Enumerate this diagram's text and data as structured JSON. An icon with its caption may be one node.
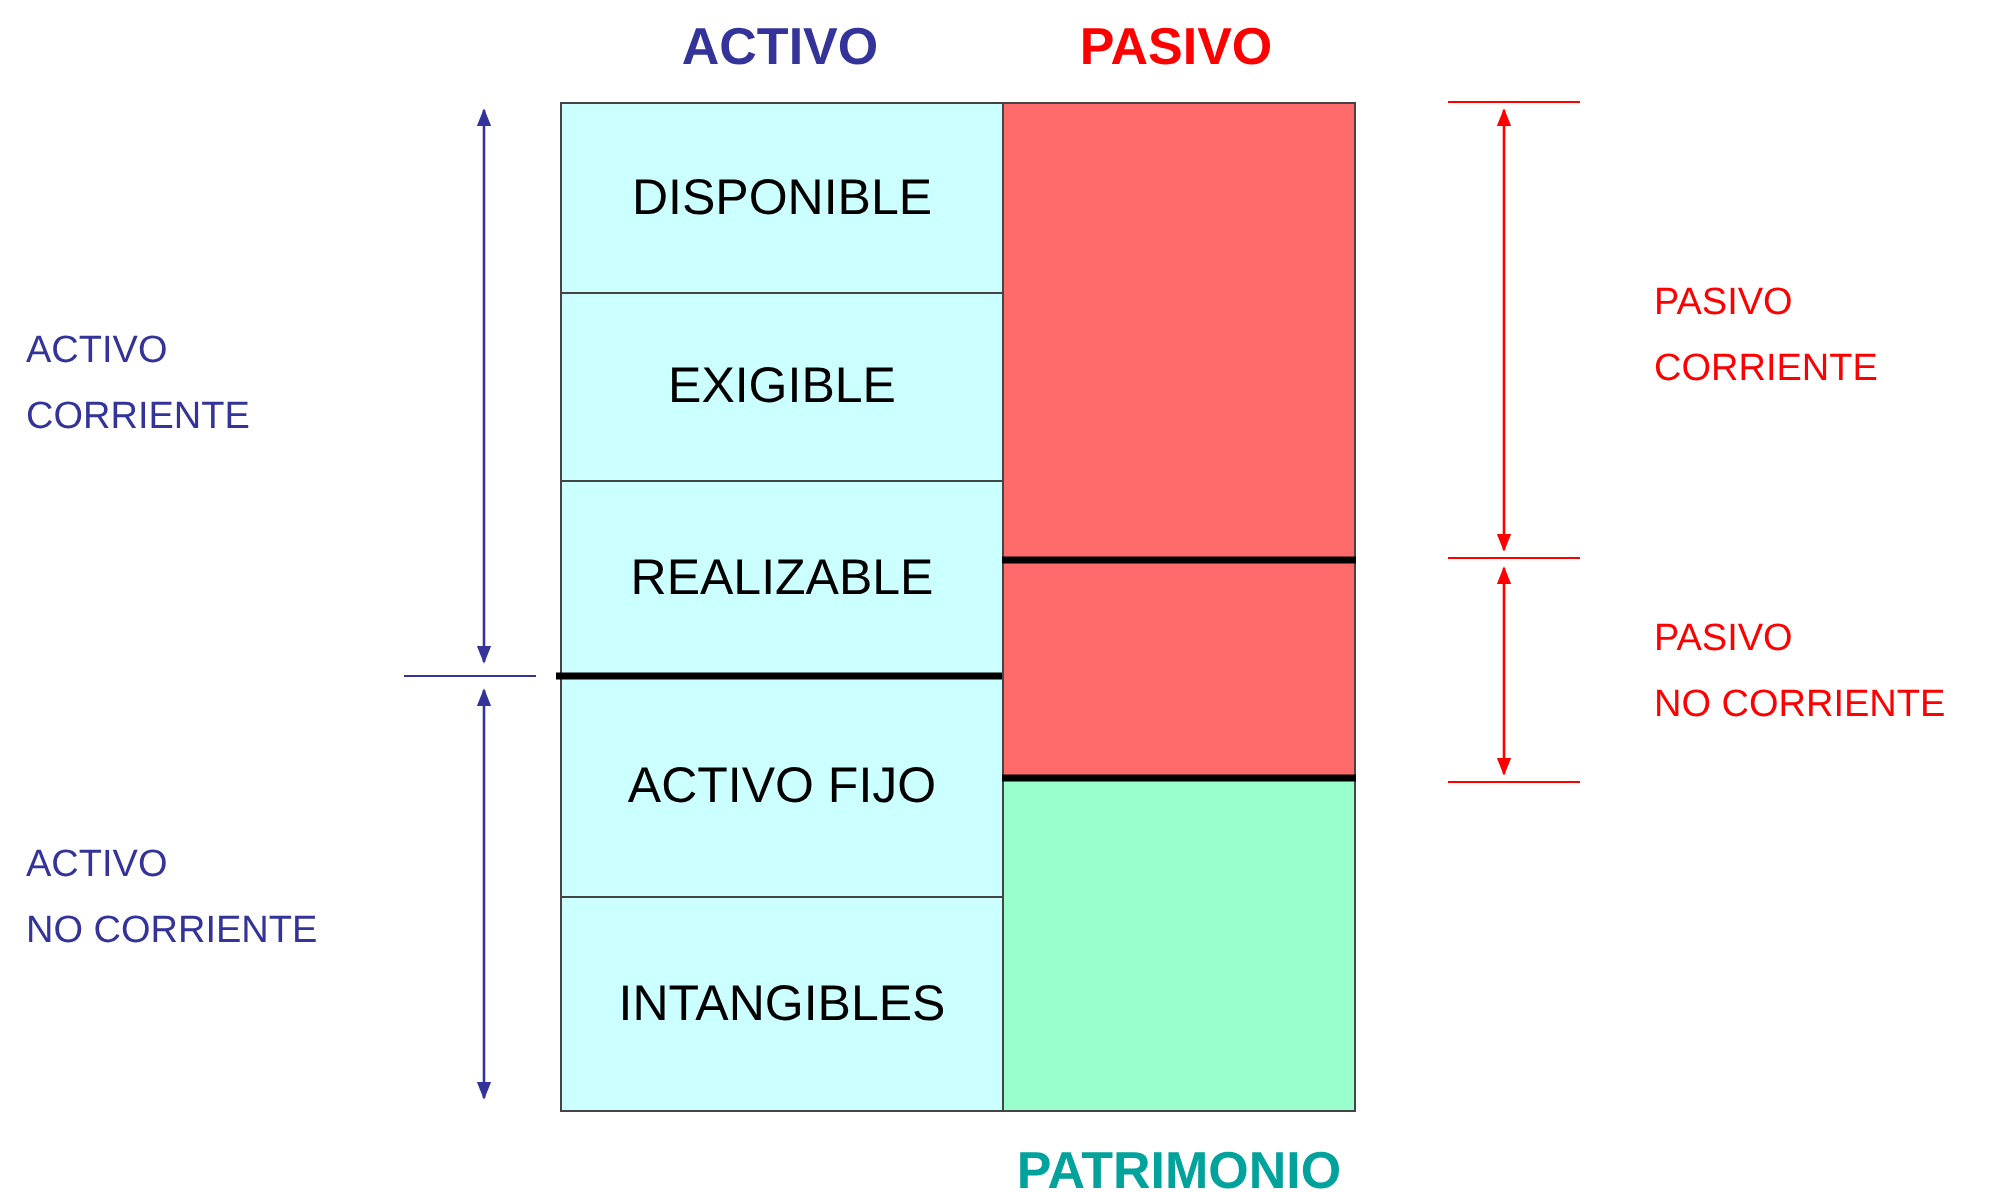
{
  "diagram": {
    "nodes": [
      {
        "text": [
          "DISPONIBLE"
        ]
      },
      {
        "text": [
          "EXIGIBLE"
        ]
      },
      {
        "text": [
          "REALIZABLE"
        ]
      },
      {
        "text": [
          "ACTIVO FIJO"
        ]
      },
      {
        "text": [
          "INTANGIBLES"
        ]
      },
      {
        "text": [],
        "shape": "box"
      },
      {
        "text": [],
        "shape": "box"
      },
      {
        "text": [
          "PATRIMONIO"
        ]
      }
    ],
    "labels": [
      "ACTIVO",
      "PASIVO",
      "ACTIVO CORRIENTE",
      "PASIVO CORRIENTE",
      "PASIVO NO CORRIENTE",
      "ACTIVO NO CORRIENTE"
    ]
  }
}
